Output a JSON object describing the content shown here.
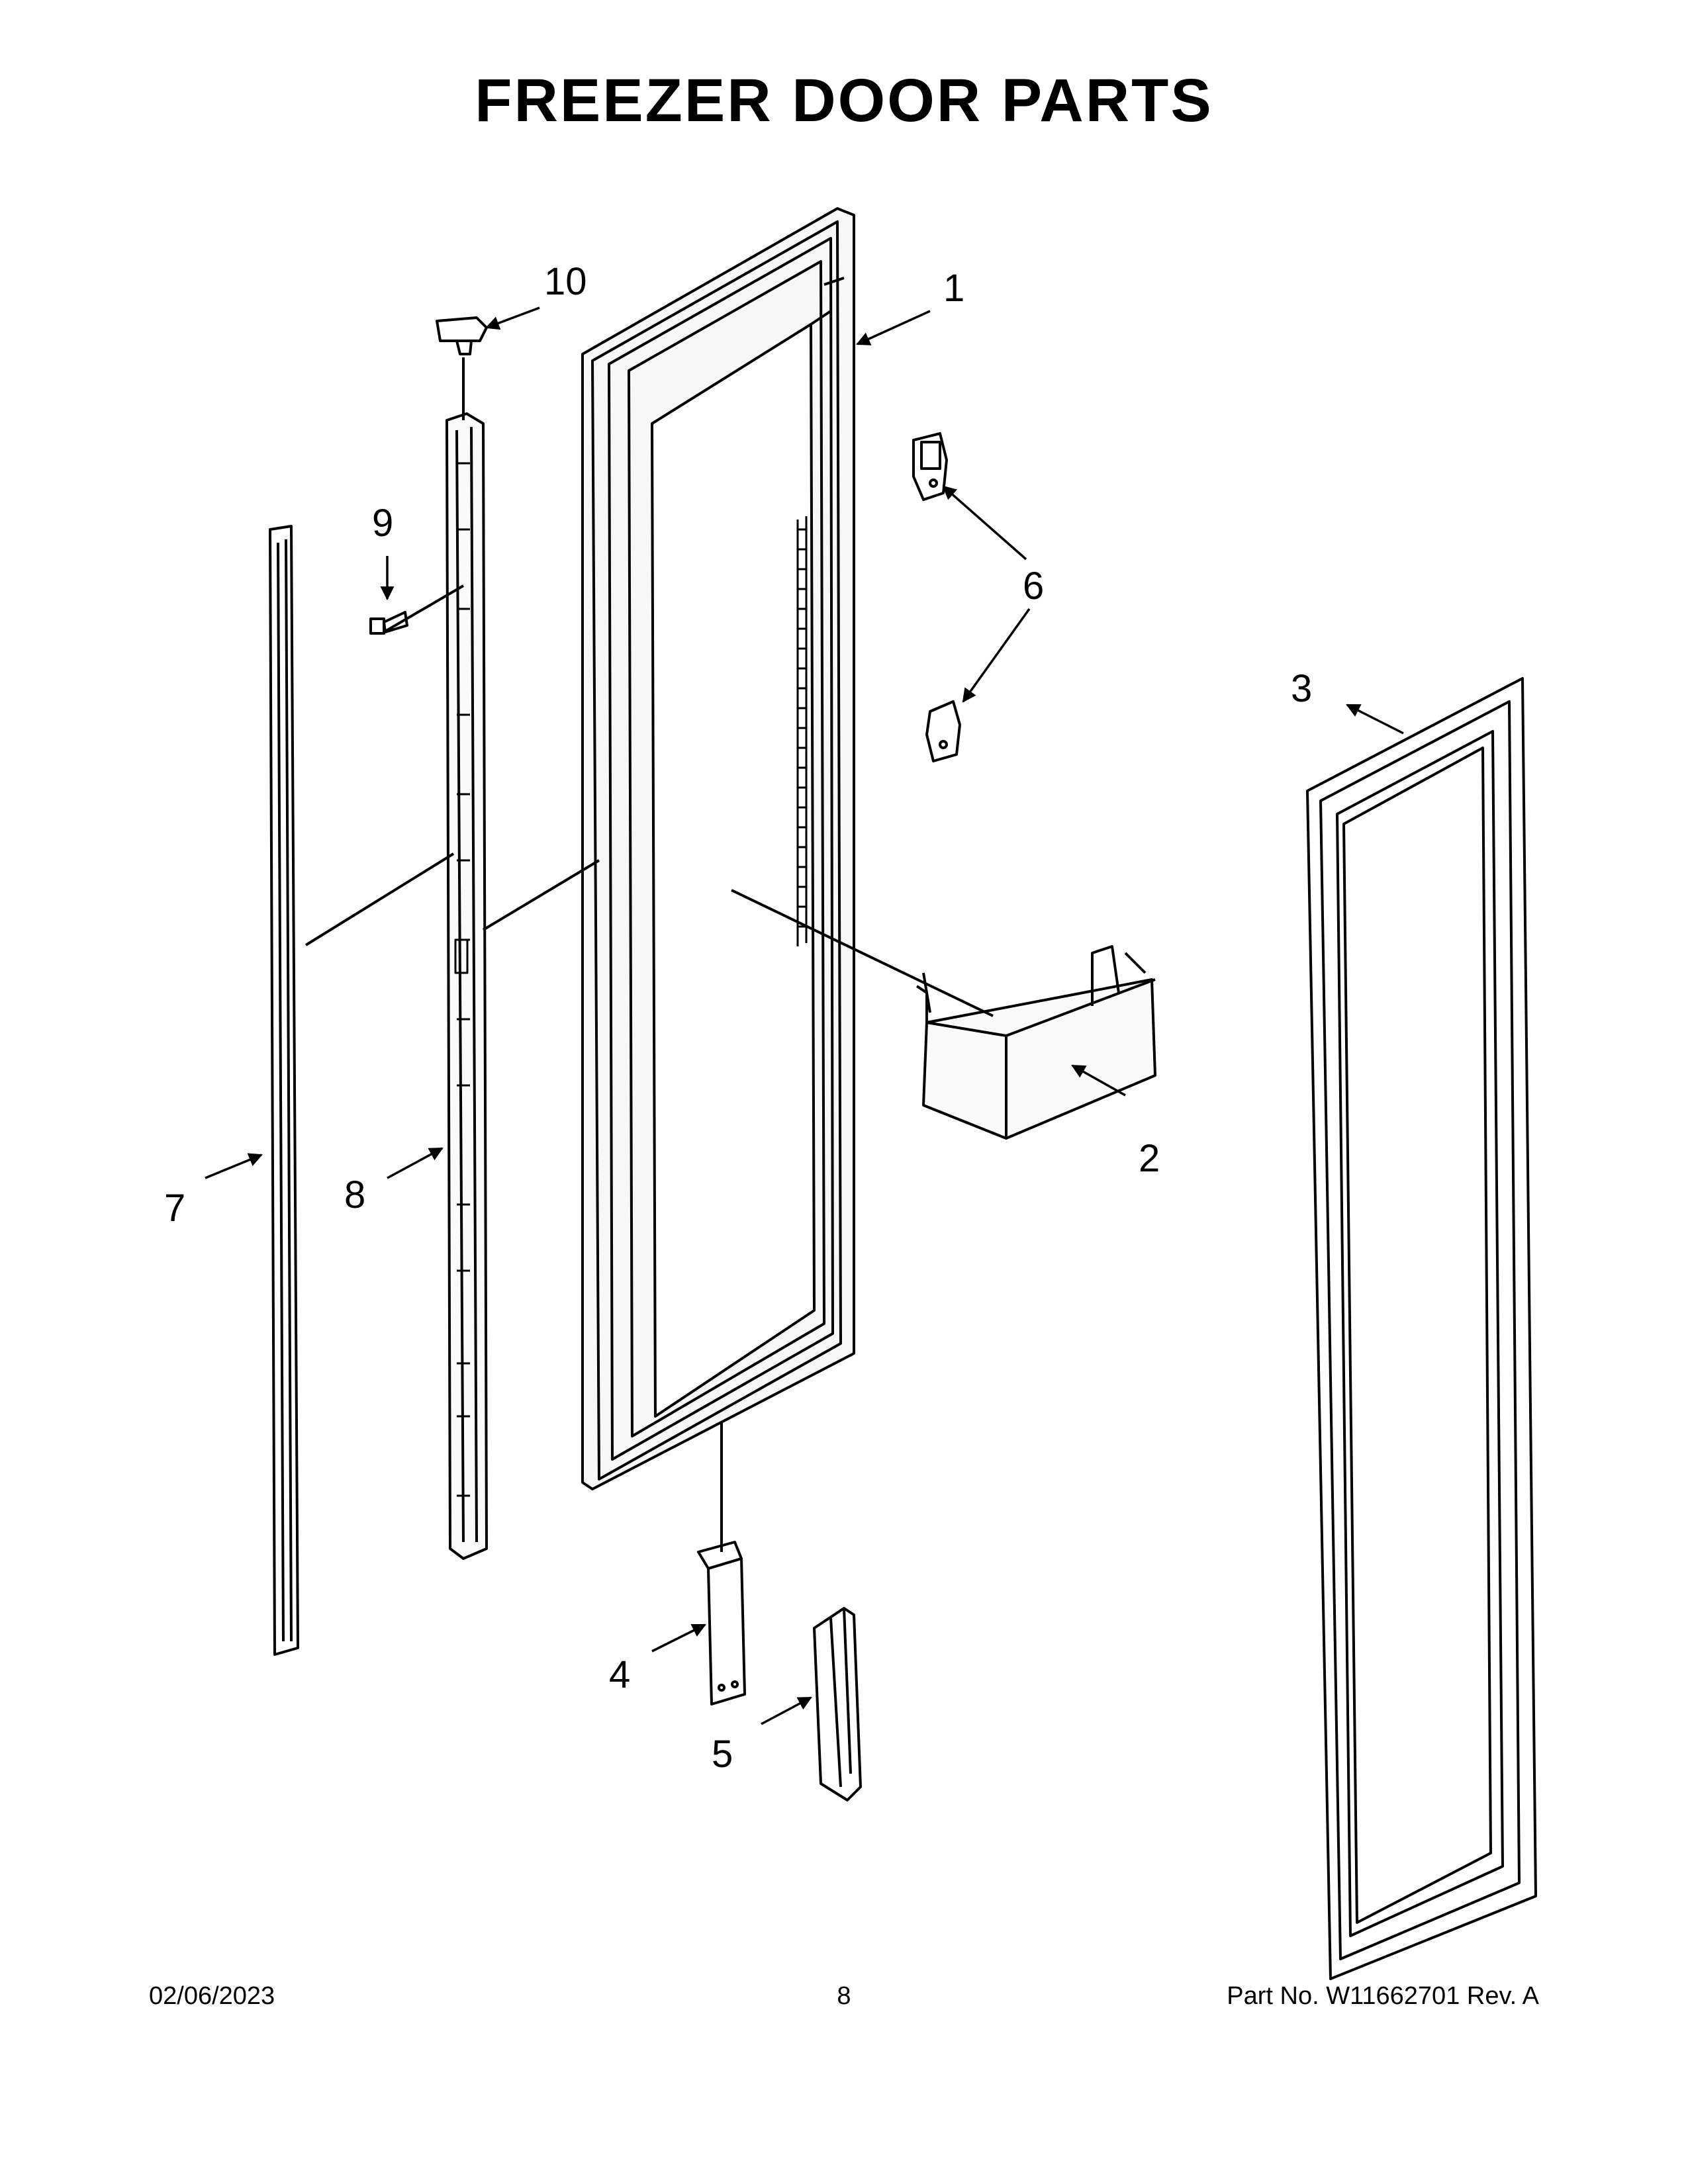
{
  "title": "FREEZER DOOR PARTS",
  "footer": {
    "date": "02/06/2023",
    "page": "8",
    "part_label": "Part No.  W11662701  Rev.  A"
  },
  "callouts": {
    "c1": "1",
    "c2": "2",
    "c3": "3",
    "c4": "4",
    "c5": "5",
    "c6": "6",
    "c7": "7",
    "c8": "8",
    "c9": "9",
    "c10": "10"
  }
}
